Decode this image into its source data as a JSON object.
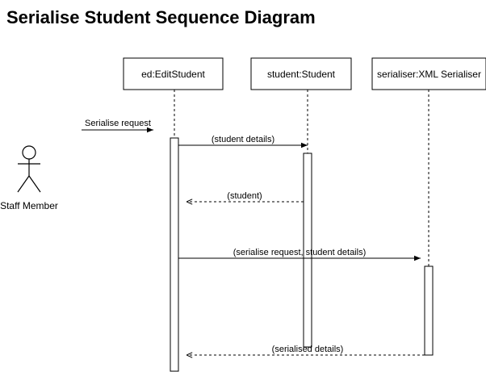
{
  "title": "Serialise Student Sequence Diagram",
  "actor": {
    "label": "Staff Member"
  },
  "lifelines": [
    {
      "label": "ed:EditStudent"
    },
    {
      "label": "student:Student"
    },
    {
      "label": "serialiser:XML Serialiser"
    }
  ],
  "messages": [
    {
      "label": "Serialise request",
      "kind": "sync"
    },
    {
      "label": "(student details)",
      "kind": "sync"
    },
    {
      "label": "(student)",
      "kind": "return"
    },
    {
      "label": "(serialise request, student details)",
      "kind": "sync"
    },
    {
      "label": "(serialised details)",
      "kind": "return"
    }
  ]
}
